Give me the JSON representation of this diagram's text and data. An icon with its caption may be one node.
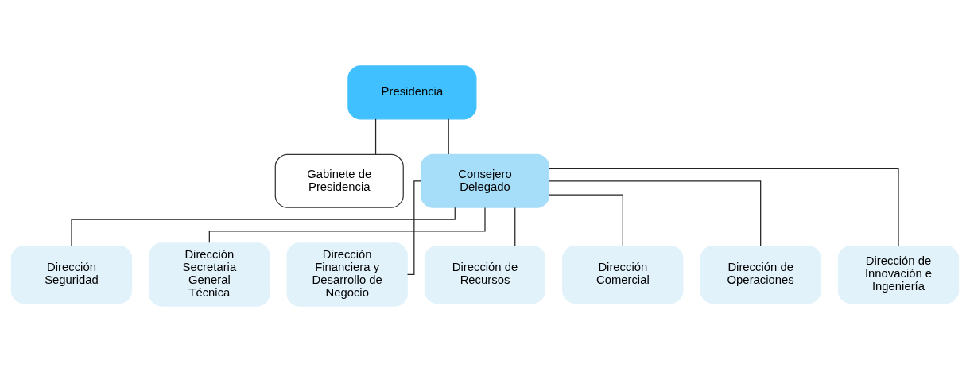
{
  "diagram": {
    "nodes": [
      {
        "text": [
          "Presidencia"
        ]
      },
      {
        "text": [
          "Gabinete de Presidencia"
        ]
      },
      {
        "text": [
          "Consejero Delegado"
        ]
      },
      {
        "text": [
          "Dirección Seguridad"
        ]
      },
      {
        "text": [
          "Dirección Secretaria General Técnica"
        ]
      },
      {
        "text": [
          "Dirección Financiera y Desarrollo de Negocio"
        ]
      },
      {
        "text": [
          "Dirección de Recursos"
        ]
      },
      {
        "text": [
          "Dirección Comercial"
        ]
      },
      {
        "text": [
          "Dirección de Operaciones"
        ]
      },
      {
        "text": [
          "Dirección de Innovación e Ingeniería"
        ]
      }
    ],
    "edges": [
      {
        "from": 0,
        "to": 1,
        "arrow": "none"
      },
      {
        "from": 0,
        "to": 2,
        "arrow": "none"
      },
      {
        "from": 2,
        "to": 3,
        "arrow": "none"
      },
      {
        "from": 2,
        "to": 4,
        "arrow": "none"
      },
      {
        "from": 2,
        "to": 5,
        "arrow": "none"
      },
      {
        "from": 2,
        "to": 6,
        "arrow": "none"
      },
      {
        "from": 2,
        "to": 7,
        "arrow": "none"
      },
      {
        "from": 2,
        "to": 8,
        "arrow": "none"
      },
      {
        "from": 2,
        "to": 9,
        "arrow": "none"
      }
    ]
  }
}
